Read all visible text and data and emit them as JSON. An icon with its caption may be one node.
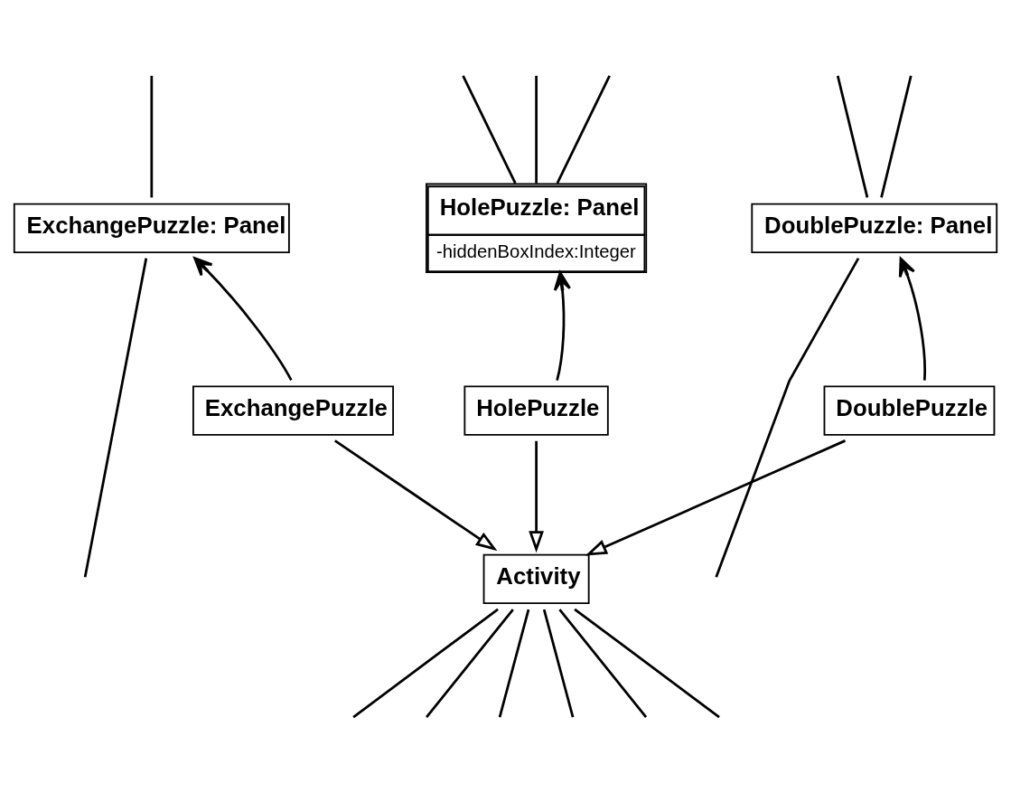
{
  "diagram": {
    "nodes": [
      {
        "text": [
          "ExchangePuzzle: Panel"
        ]
      },
      {
        "text": [
          "DoublePuzzle: Panel"
        ]
      },
      {
        "text": [
          "HolePuzzle: Panel",
          "-hiddenBoxIndex:Integer"
        ]
      },
      {
        "text": [
          "ExchangePuzzle"
        ]
      },
      {
        "text": [
          "DoublePuzzle"
        ]
      },
      {
        "text": [
          "HolePuzzle"
        ]
      },
      {
        "text": [
          "Activity"
        ]
      }
    ],
    "edges": [
      {
        "from": 3,
        "to": 0,
        "arrow": "to"
      },
      {
        "from": 4,
        "to": 1,
        "arrow": "to"
      },
      {
        "from": 5,
        "to": 2,
        "arrow": "to"
      },
      {
        "from": 3,
        "to": 6,
        "arrow": "to"
      },
      {
        "from": 4,
        "to": 6,
        "arrow": "to"
      },
      {
        "from": 5,
        "to": 6,
        "arrow": "to"
      },
      {
        "from": null,
        "to": 0,
        "arrow": "none"
      },
      {
        "from": 0,
        "to": null,
        "arrow": "none"
      },
      {
        "from": null,
        "to": 1,
        "arrow": "none"
      },
      {
        "from": null,
        "to": 1,
        "arrow": "none"
      },
      {
        "from": 1,
        "to": null,
        "arrow": "none"
      },
      {
        "from": null,
        "to": 2,
        "arrow": "none"
      },
      {
        "from": null,
        "to": 2,
        "arrow": "none"
      },
      {
        "from": null,
        "to": 2,
        "arrow": "none"
      },
      {
        "from": 6,
        "to": null,
        "arrow": "none"
      },
      {
        "from": 6,
        "to": null,
        "arrow": "none"
      },
      {
        "from": 6,
        "to": null,
        "arrow": "none"
      },
      {
        "from": 6,
        "to": null,
        "arrow": "none"
      },
      {
        "from": 6,
        "to": null,
        "arrow": "none"
      },
      {
        "from": 6,
        "to": null,
        "arrow": "none"
      }
    ]
  }
}
